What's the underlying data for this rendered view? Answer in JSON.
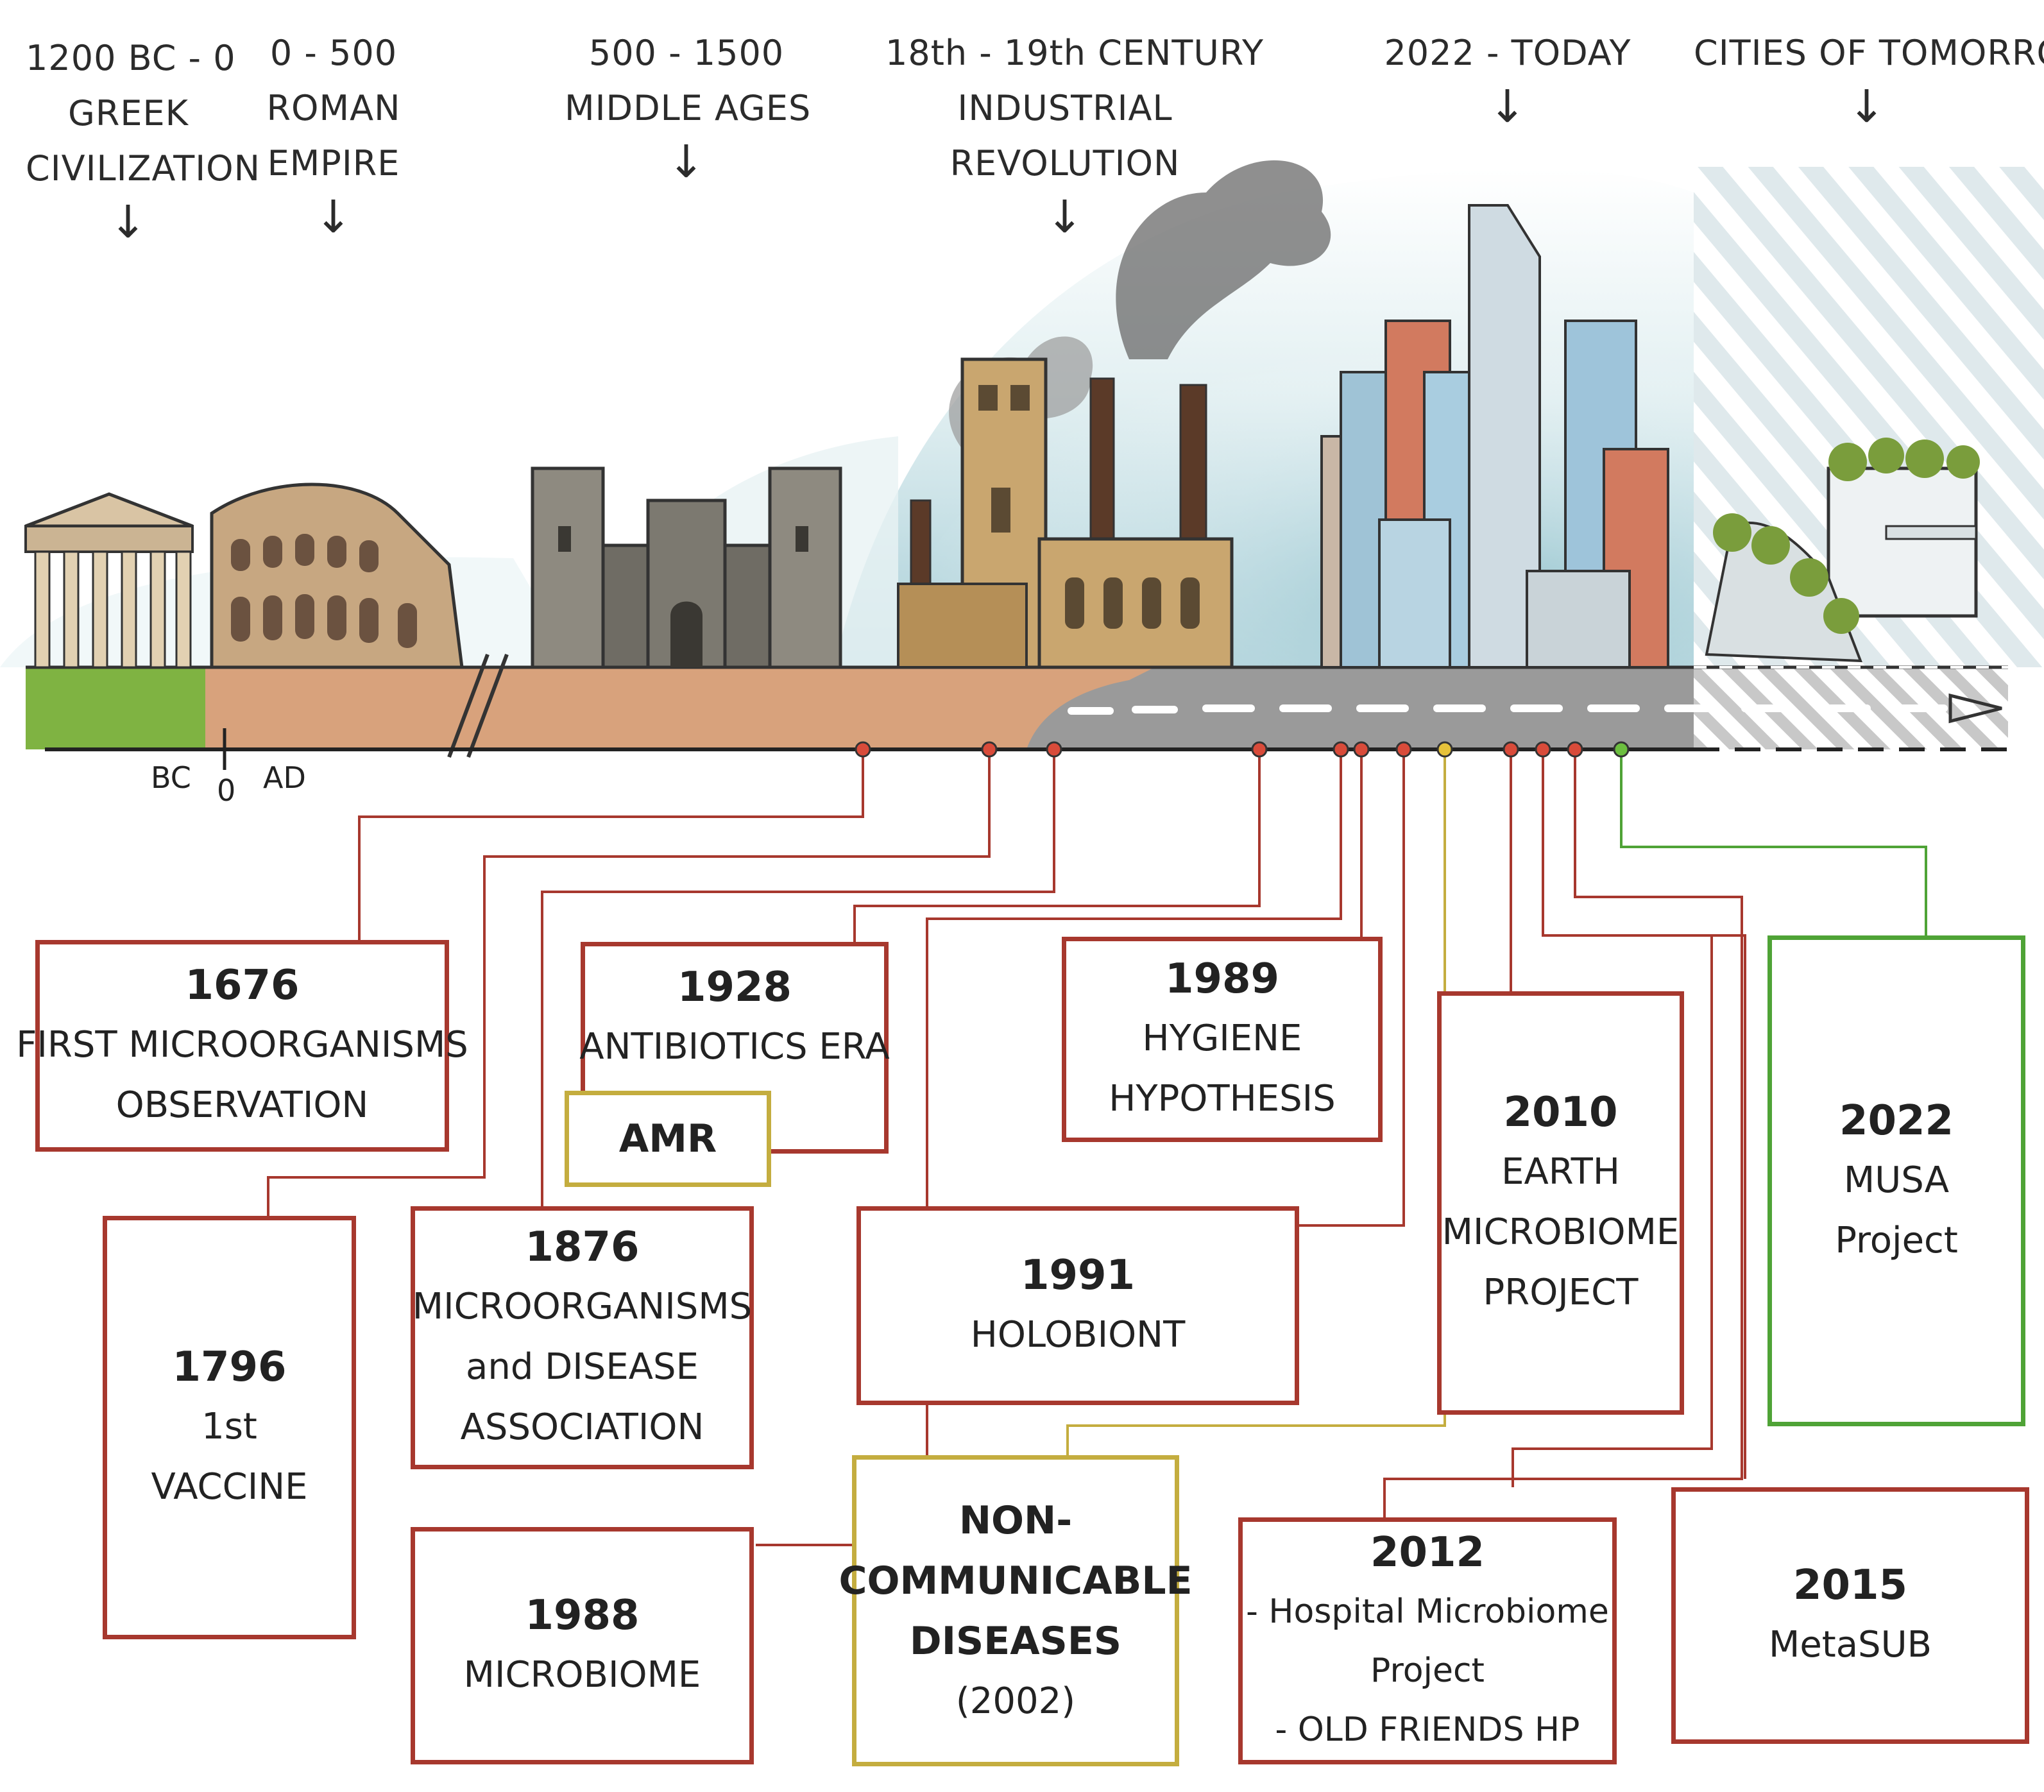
{
  "eras": [
    {
      "lines": [
        "1200 BC - 0",
        "GREEK",
        "CIVILIZATION"
      ]
    },
    {
      "lines": [
        "0 - 500",
        "ROMAN",
        "EMPIRE"
      ]
    },
    {
      "lines": [
        "500 - 1500",
        "MIDDLE AGES"
      ]
    },
    {
      "lines": [
        "18th - 19th CENTURY",
        "INDUSTRIAL",
        "REVOLUTION"
      ]
    },
    {
      "lines": [
        "2022 - TODAY"
      ]
    },
    {
      "lines": [
        "CITIES OF TOMORROW"
      ]
    }
  ],
  "axis": {
    "bc": "BC",
    "zero": "0",
    "ad": "AD"
  },
  "events": [
    {
      "year": "1676",
      "lines": [
        "FIRST MICROORGANISMS",
        "OBSERVATION"
      ]
    },
    {
      "year": "1796",
      "lines": [
        "1st",
        "VACCINE"
      ]
    },
    {
      "year": "1876",
      "lines": [
        "MICROORGANISMS",
        "and DISEASE",
        "ASSOCIATION"
      ]
    },
    {
      "year": "1928",
      "lines": [
        "ANTIBIOTICS ERA"
      ]
    },
    {
      "year": "",
      "lines": [
        "AMR"
      ]
    },
    {
      "year": "1988",
      "lines": [
        "MICROBIOME"
      ]
    },
    {
      "year": "1989",
      "lines": [
        "HYGIENE",
        "HYPOTHESIS"
      ]
    },
    {
      "year": "1991",
      "lines": [
        "HOLOBIONT"
      ]
    },
    {
      "year": "",
      "lines": [
        "NON-",
        "COMMUNICABLE",
        "DISEASES",
        "(2002)"
      ]
    },
    {
      "year": "2010",
      "lines": [
        "EARTH",
        "MICROBIOME",
        "PROJECT"
      ]
    },
    {
      "year": "2012",
      "lines": [
        "- Hospital Microbiome",
        "Project",
        "- OLD FRIENDS HP"
      ]
    },
    {
      "year": "2015",
      "lines": [
        "MetaSUB"
      ]
    },
    {
      "year": "2022",
      "lines": [
        "MUSA",
        "Project"
      ]
    }
  ],
  "colors": {
    "past_event": "#a7382e",
    "hypothesis_event": "#c4ad3f",
    "current_event": "#4fa336",
    "ground": "#d8a27c",
    "road": "#9a9a9a",
    "grass": "#7fb342",
    "sky": "#b9d9e0"
  }
}
